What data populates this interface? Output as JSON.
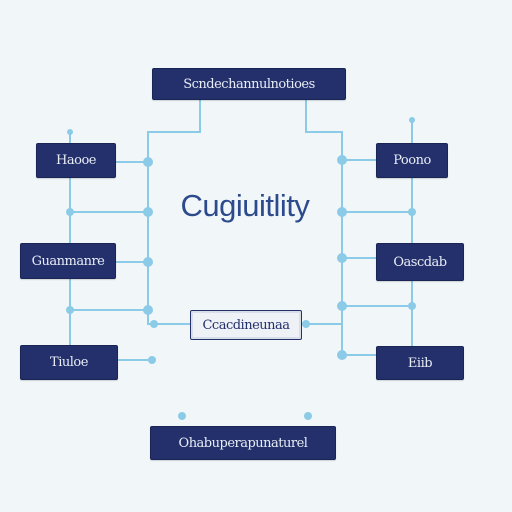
{
  "diagram": {
    "center_label": "Cugiuitlity",
    "nodes": {
      "top": "Scndechannulnotioes",
      "left_1": "Haooe",
      "left_2": "Guanmanre",
      "left_3": "Tiuloe",
      "right_1": "Poono",
      "right_2": "Oascdab",
      "right_3": "Eiib",
      "middle": "Ccacdineunaa",
      "bottom": "Ohabuperapunaturel"
    },
    "colors": {
      "box_fill": "#23306b",
      "box_text": "#e9edf6",
      "wire": "#7ec4e6",
      "center_text": "#2c4a8c",
      "background": "#f1f6f9"
    }
  }
}
